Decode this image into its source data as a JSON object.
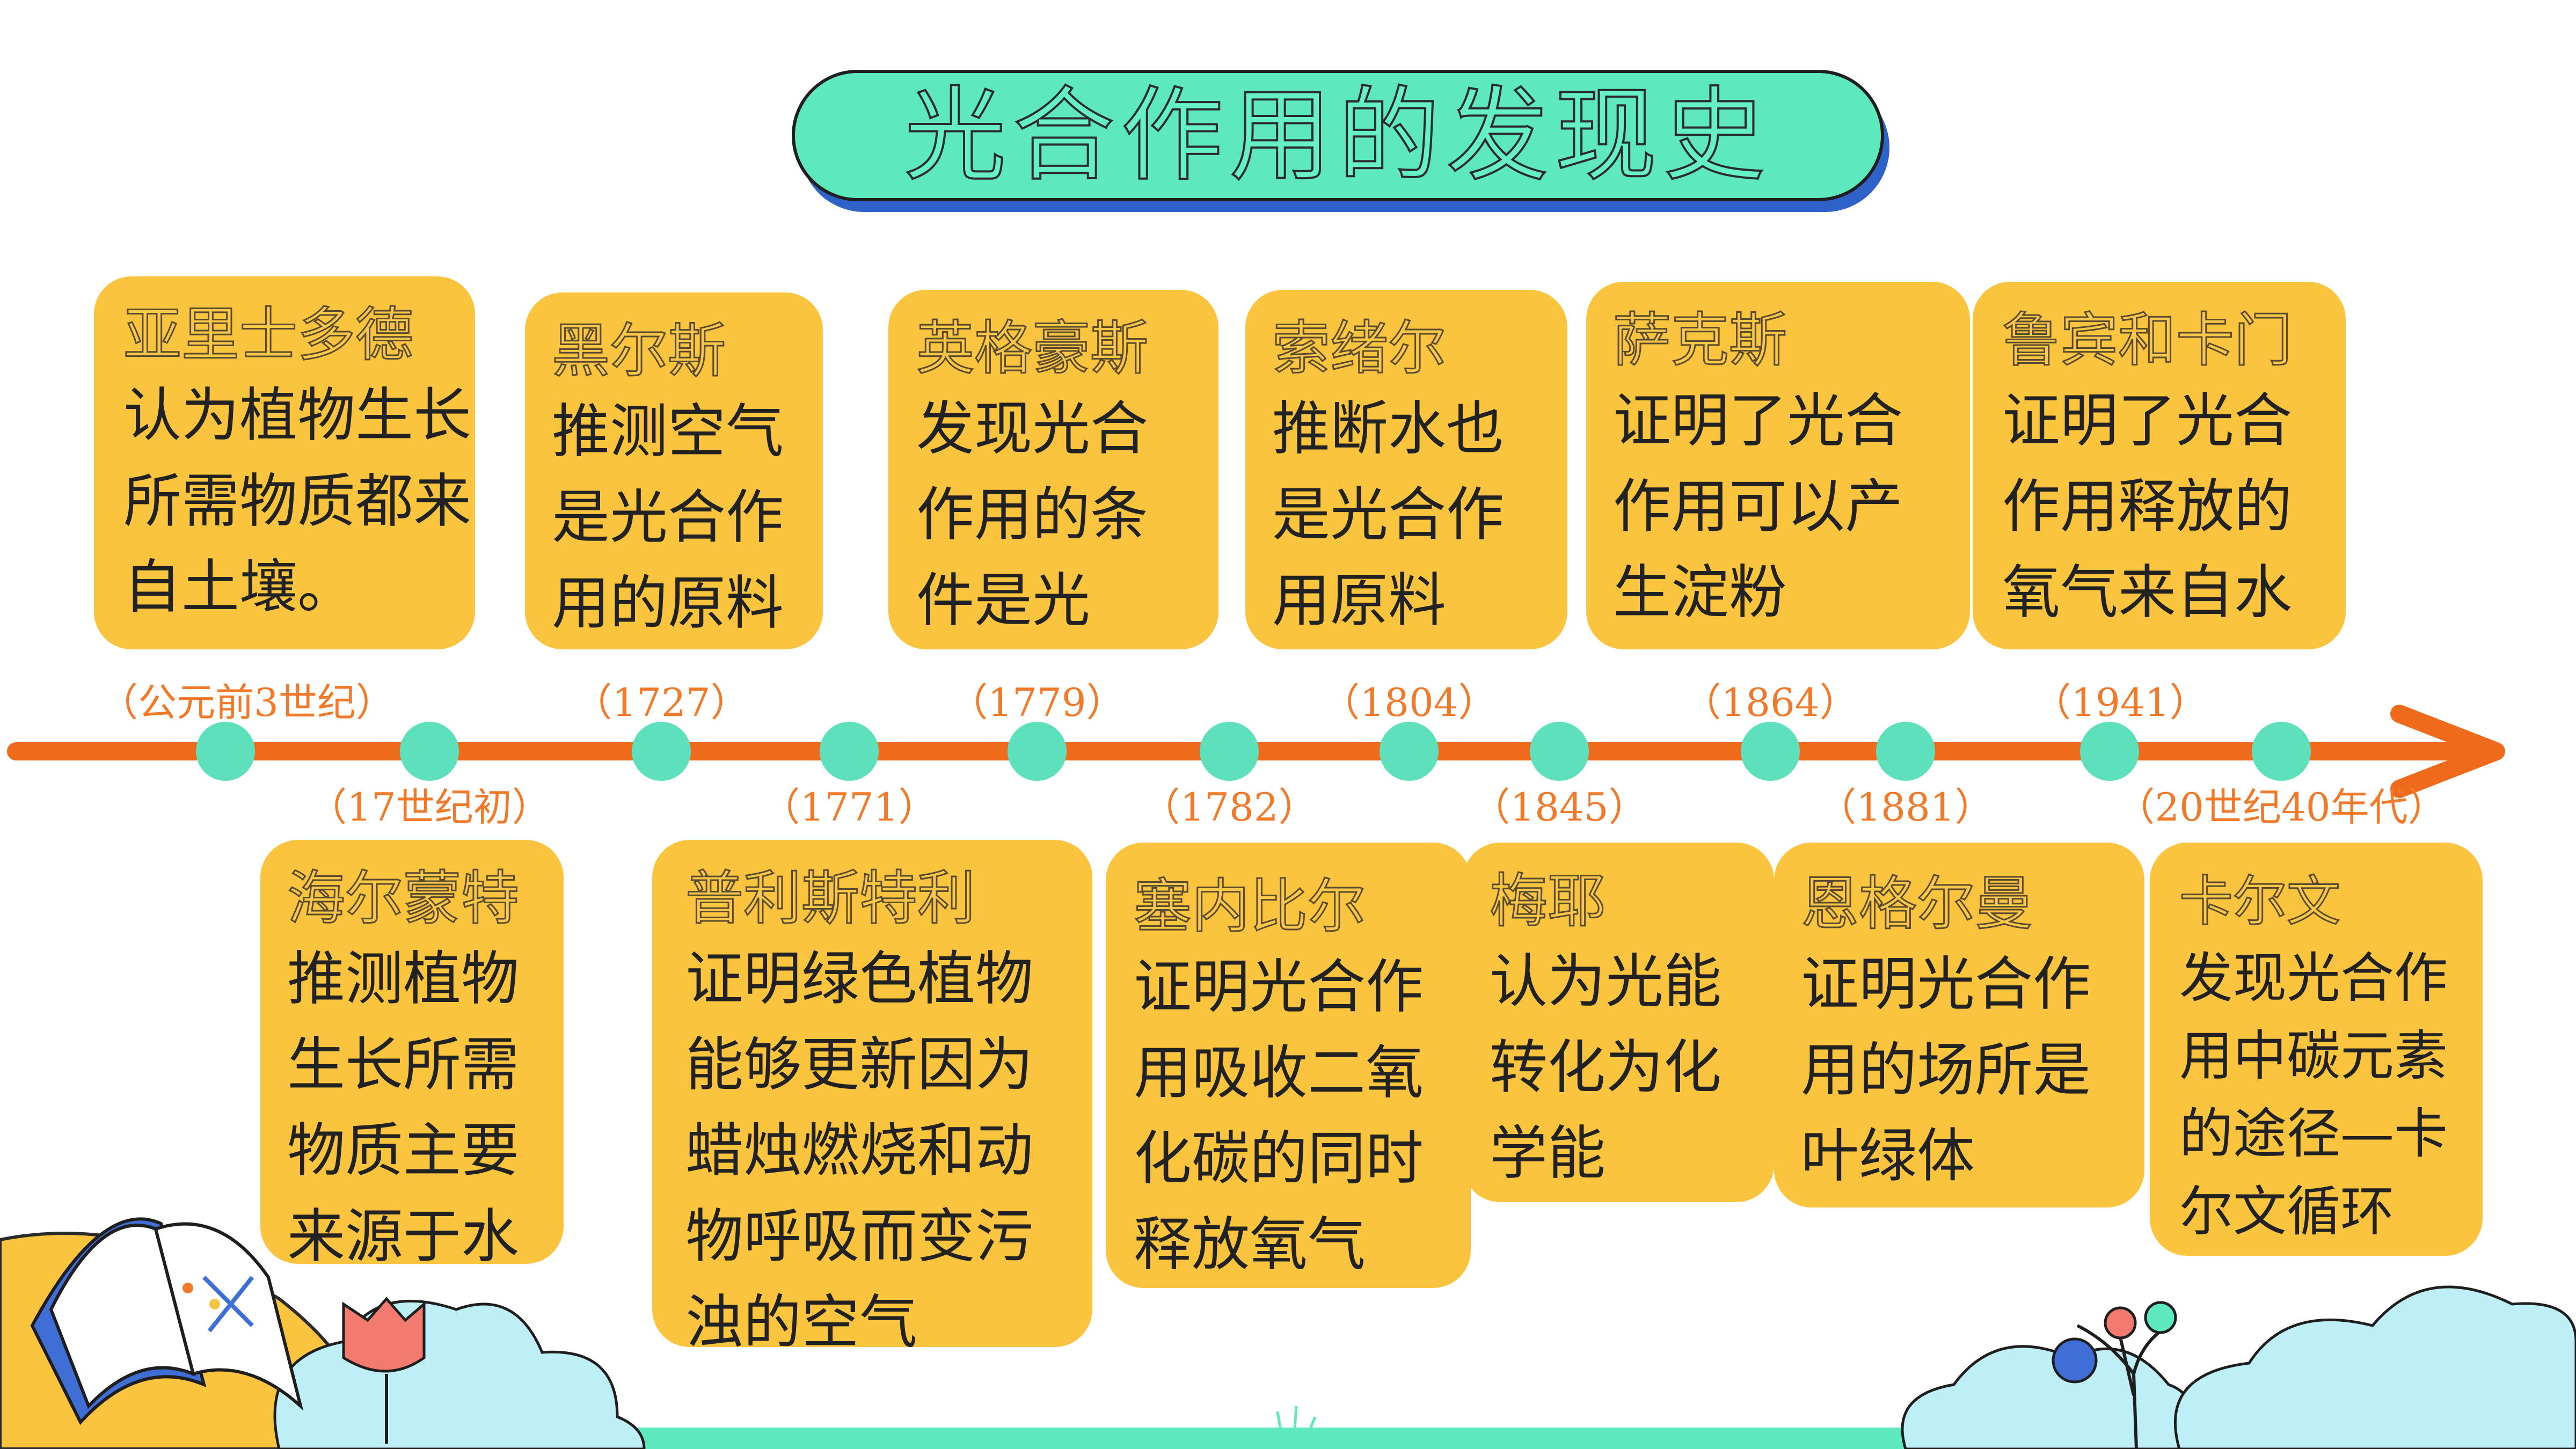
{
  "title": "光合作用的发现史",
  "colors": {
    "title_fill": "#5ee8bd",
    "title_shadow": "#2f62c8",
    "card_fill": "#fac43e",
    "timeline": "#f06a1c",
    "node": "#5fe0bd",
    "year_text": "#f0792a"
  },
  "events_top": [
    {
      "year": "（公元前3世纪）",
      "name": "亚里士多德",
      "lines": [
        "认为植物生长",
        "所需物质都来",
        "自土壤。"
      ]
    },
    {
      "year": "（1727）",
      "name": "黑尔斯",
      "lines": [
        "推测空气",
        "是光合作",
        "用的原料"
      ]
    },
    {
      "year": "（1779）",
      "name": "英格豪斯",
      "lines": [
        "发现光合",
        "作用的条",
        "件是光"
      ]
    },
    {
      "year": "（1804）",
      "name": "索绪尔",
      "lines": [
        "推断水也",
        "是光合作",
        "用原料"
      ]
    },
    {
      "year": "（1864）",
      "name": "萨克斯",
      "lines": [
        "证明了光合",
        "作用可以产",
        "生淀粉"
      ]
    },
    {
      "year": "（1941）",
      "name": "鲁宾和卡门",
      "lines": [
        "证明了光合",
        "作用释放的",
        "氧气来自水"
      ]
    }
  ],
  "events_bottom": [
    {
      "year": "（17世纪初）",
      "name": "海尔蒙特",
      "lines": [
        "推测植物",
        "生长所需",
        "物质主要",
        "来源于水"
      ]
    },
    {
      "year": "（1771）",
      "name": "普利斯特利",
      "lines": [
        "证明绿色植物",
        "能够更新因为",
        "蜡烛燃烧和动",
        "物呼吸而变污",
        "浊的空气"
      ]
    },
    {
      "year": "（1782）",
      "name": "塞内比尔",
      "lines": [
        "证明光合作",
        "用吸收二氧",
        "化碳的同时",
        "释放氧气"
      ]
    },
    {
      "year": "（1845）",
      "name": "梅耶",
      "lines": [
        "认为光能",
        "转化为化",
        "学能"
      ]
    },
    {
      "year": "（1881）",
      "name": "恩格尔曼",
      "lines": [
        "证明光合作",
        "用的场所是",
        "叶绿体"
      ]
    },
    {
      "year": "（20世纪40年代）",
      "name": "卡尔文",
      "lines": [
        "发现光合作",
        "用中碳元素",
        "的途径—卡",
        "尔文循环"
      ]
    }
  ],
  "decorations": {
    "book_icon": "open-book-icon",
    "flower_icon": "tulip-icon",
    "tree_icon": "lollipop-tree-icon",
    "clouds": "cloud-shapes"
  }
}
